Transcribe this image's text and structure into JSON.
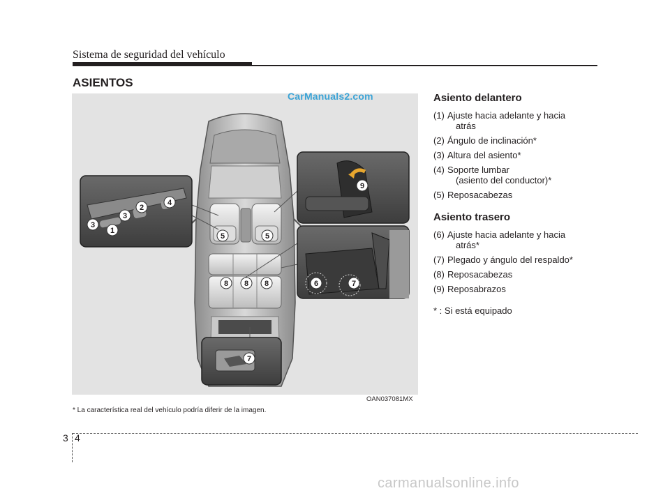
{
  "header": {
    "title": "Sistema de seguridad del vehículo"
  },
  "section": {
    "title": "ASIENTOS"
  },
  "figure": {
    "watermark": "CarManuals2.com",
    "code": "OAN037081MX",
    "caption": "* La característica real del vehículo podría diferir de la imagen.",
    "callouts": {
      "c1": "1",
      "c2": "2",
      "c3a": "3",
      "c3b": "3",
      "c4": "4",
      "c5a": "5",
      "c5b": "5",
      "c6": "6",
      "c7a": "7",
      "c7b": "7",
      "c8a": "8",
      "c8b": "8",
      "c8c": "8",
      "c9": "9"
    }
  },
  "front": {
    "heading": "Asiento delantero",
    "items": [
      {
        "num": "(1)",
        "text": "Ajuste hacia adelante y hacia",
        "cont": "atrás"
      },
      {
        "num": "(2)",
        "text": "Ángulo de inclinación*",
        "cont": ""
      },
      {
        "num": "(3)",
        "text": "Altura del asiento*",
        "cont": ""
      },
      {
        "num": "(4)",
        "text": "Soporte lumbar",
        "cont": "(asiento del conductor)*"
      },
      {
        "num": "(5)",
        "text": "Reposacabezas",
        "cont": ""
      }
    ]
  },
  "rear": {
    "heading": "Asiento trasero",
    "items": [
      {
        "num": "(6)",
        "text": "Ajuste hacia adelante y hacia",
        "cont": "atrás*"
      },
      {
        "num": "(7)",
        "text": "Plegado y ángulo del respaldo*",
        "cont": ""
      },
      {
        "num": "(8)",
        "text": "Reposacabezas",
        "cont": ""
      },
      {
        "num": "(9)",
        "text": "Reposabrazos",
        "cont": ""
      }
    ]
  },
  "note": "* : Si está equipado",
  "page": {
    "chapter": "3",
    "number": "4"
  },
  "footer": {
    "watermark": "carmanualsonline.info"
  }
}
